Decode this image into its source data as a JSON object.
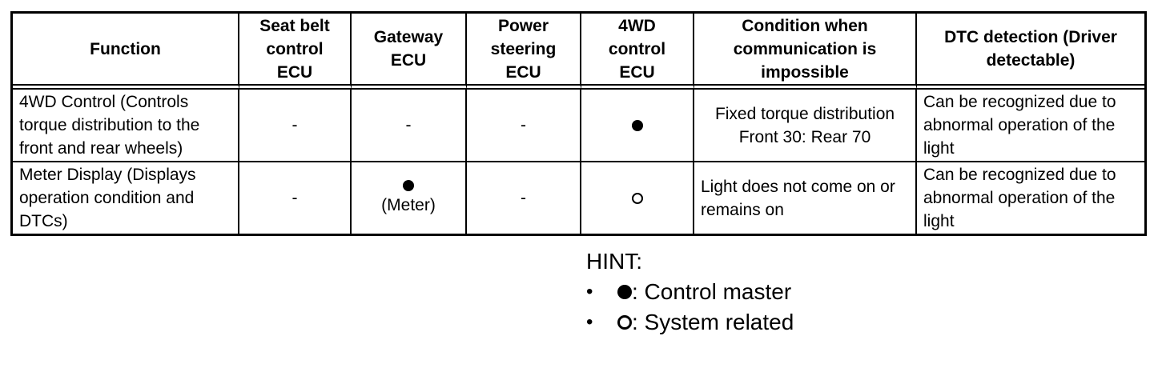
{
  "table": {
    "headers": [
      "Function",
      "Seat belt\ncontrol\nECU",
      "Gateway\nECU",
      "Power\nsteering\nECU",
      "4WD\ncontrol\nECU",
      "Condition when\ncommunication is\nimpossible",
      "DTC detection (Driver\ndetectable)"
    ],
    "rows": [
      {
        "function": "4WD Control (Controls\ntorque distribution to the\nfront and rear wheels)",
        "seat_belt_ecu": "-",
        "gateway_ecu": "-",
        "power_steering_ecu": "-",
        "awd_control_ecu_symbol": "filled-circle",
        "condition": "Fixed torque distribution\nFront 30: Rear 70",
        "dtc_detection": "Can be recognized due to\nabnormal operation of the\nlight"
      },
      {
        "function": "Meter Display (Displays\noperation condition and\nDTCs)",
        "seat_belt_ecu": "-",
        "gateway_ecu_symbol": "filled-circle",
        "gateway_ecu_note": "(Meter)",
        "power_steering_ecu": "-",
        "awd_control_ecu_symbol": "open-circle",
        "condition": "Light does not come on or\nremains on",
        "dtc_detection": "Can be recognized due to\nabnormal operation of the\nlight"
      }
    ]
  },
  "hint": {
    "title": "HINT:",
    "items": [
      {
        "bullet": "•",
        "symbol": "filled-circle",
        "label": ": Control master"
      },
      {
        "bullet": "•",
        "symbol": "open-circle",
        "label": ": System related"
      }
    ]
  },
  "colors": {
    "text": "#000000",
    "background": "#ffffff",
    "border": "#000000"
  }
}
